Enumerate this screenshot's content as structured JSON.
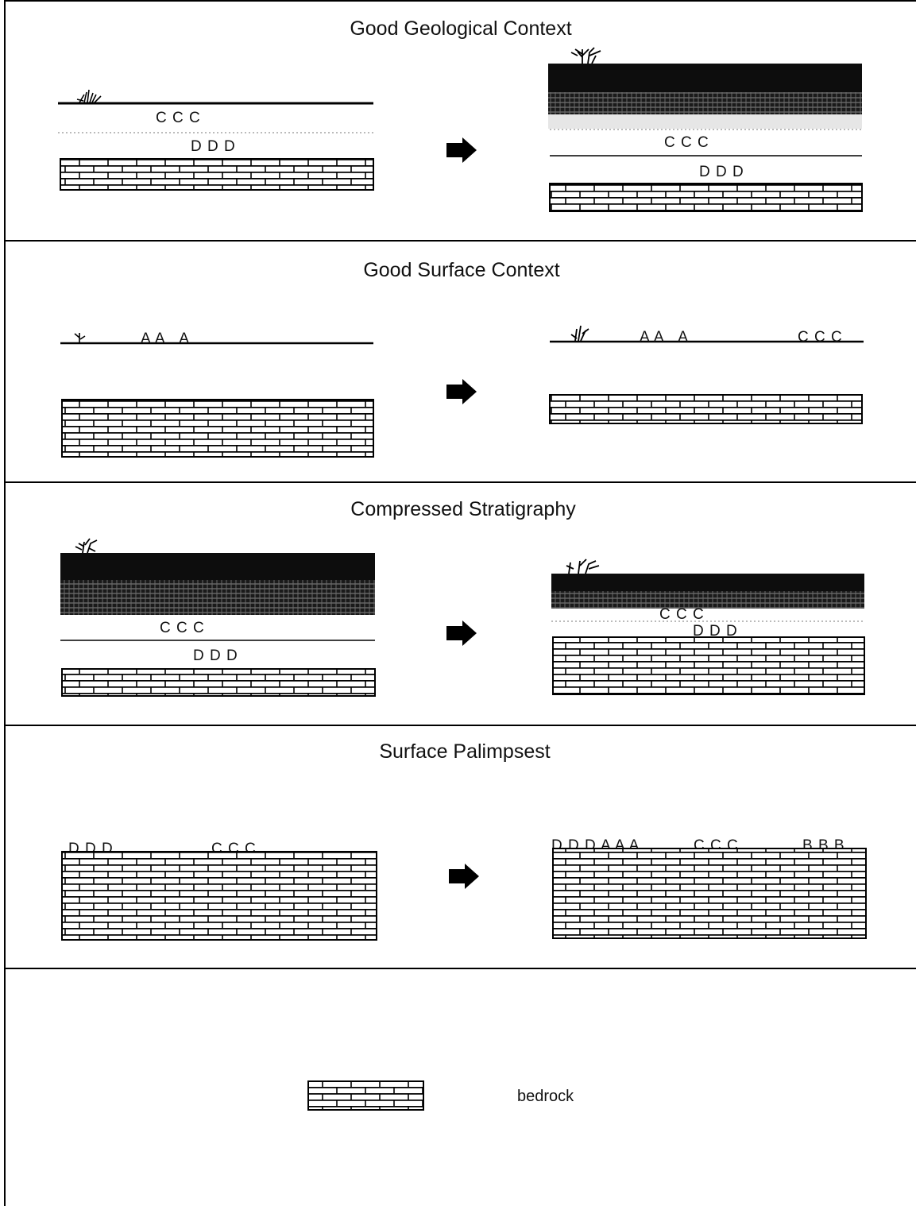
{
  "panels": [
    {
      "title": "Good Geological Context",
      "before": {
        "upper_artifacts": "C C C",
        "lower_artifacts": "D D D"
      },
      "after": {
        "upper_artifacts": "C C C",
        "lower_artifacts": "D D D"
      }
    },
    {
      "title": "Good Surface Context",
      "before": {
        "surface_artifacts": "A A   A"
      },
      "after": {
        "surface_artifacts_left": "A A   A",
        "surface_artifacts_right": "C C C"
      }
    },
    {
      "title": "Compressed Stratigraphy",
      "before": {
        "upper_artifacts": "C C C",
        "lower_artifacts": "D D D"
      },
      "after": {
        "upper_artifacts": "C C C",
        "lower_artifacts": "D D D"
      }
    },
    {
      "title": "Surface Palimpsest",
      "before": {
        "artifacts_left": "D D D",
        "artifacts_right": "C C C"
      },
      "after": {
        "artifacts_left": "D D D A A A",
        "artifacts_mid": "C C C",
        "artifacts_right": "B B B"
      }
    }
  ],
  "legend": {
    "label": "bedrock"
  }
}
